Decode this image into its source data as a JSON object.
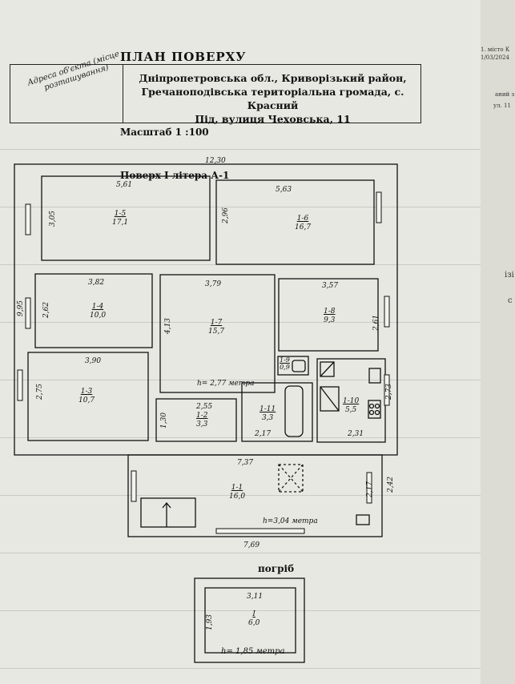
{
  "document": {
    "title": "ПЛАН ПОВЕРХУ",
    "address_label": "Адреса об'єкта (місце розташування)",
    "address_lines": [
      "Дніпропетровська обл., Криворізький район,",
      "Гречаноподівська територіальна громада, с. Красний",
      "Під, вулиця Чеховська, 11"
    ],
    "scale": "Масштаб 1 :100",
    "floor_label": "Поверх  І     літера А-1",
    "basement_label": "погріб"
  },
  "dimensions": {
    "top_width": "12,30",
    "left_height": "9,95",
    "porch_top": "7,37",
    "porch_bottom": "7,69",
    "porch_right_outer": "2,42",
    "porch_right_inner": "2,17",
    "ceiling_main": "h= 2,77 метра",
    "ceiling_porch": "h=3,04 метра"
  },
  "rooms": [
    {
      "id": "1-5",
      "area": "17,1",
      "w": "5,61",
      "h": "3,05"
    },
    {
      "id": "1-6",
      "area": "16,7",
      "w": "5,63",
      "h": "2,96"
    },
    {
      "id": "1-4",
      "area": "10,0",
      "w": "3,82",
      "h": "2,62"
    },
    {
      "id": "1-7",
      "area": "15,7",
      "w": "3,79",
      "h": "4,13"
    },
    {
      "id": "1-8",
      "area": "9,3",
      "w": "3,57",
      "h": "2,61"
    },
    {
      "id": "1-3",
      "area": "10,7",
      "w": "3,90",
      "h": "2,75"
    },
    {
      "id": "1-9",
      "area": "0,9"
    },
    {
      "id": "1-2",
      "area": "3,3",
      "w": "2,55",
      "h": "1,30"
    },
    {
      "id": "1-11",
      "area": "3,3",
      "w": "2,17"
    },
    {
      "id": "1-10",
      "area": "5,5",
      "w": "2,31",
      "h": "2,73"
    },
    {
      "id": "1-1",
      "area": "16,0"
    }
  ],
  "basement": {
    "id": "І",
    "area": "6,0",
    "w": "3,11",
    "h": "1,93",
    "ceiling": "h= 1,85 метра"
  },
  "margin": {
    "line1": "1. місто К",
    "line2": "1/03/2024",
    "line3": "аний з",
    "line4": "ул. 11",
    "line5": "ізі",
    "line6": "с"
  }
}
